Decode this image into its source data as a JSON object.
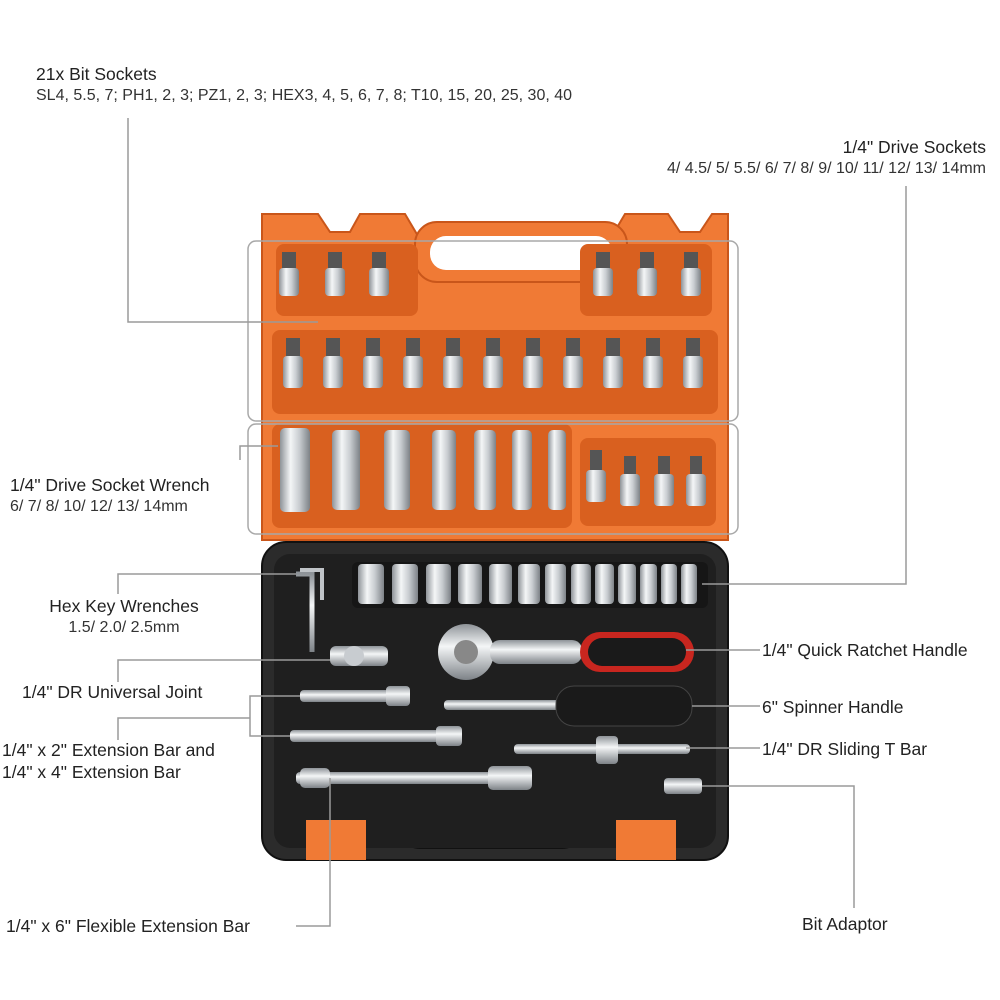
{
  "labels": {
    "bit_sockets": {
      "title": "21x Bit Sockets",
      "sub": "SL4, 5.5, 7; PH1, 2, 3; PZ1, 2, 3; HEX3, 4, 5, 6, 7, 8; T10, 15, 20, 25, 30, 40"
    },
    "drive_sockets": {
      "title": "1/4\" Drive Sockets",
      "sub": "4/ 4.5/ 5/ 5.5/ 6/ 7/ 8/ 9/ 10/ 11/ 12/ 13/ 14mm"
    },
    "socket_wrench": {
      "title": "1/4\" Drive Socket Wrench",
      "sub": "6/ 7/ 8/ 10/ 12/ 13/ 14mm"
    },
    "hex_keys": {
      "title": "Hex Key Wrenches",
      "sub": "1.5/ 2.0/ 2.5mm"
    },
    "universal_joint": {
      "title": "1/4\" DR Universal Joint"
    },
    "extension_bar": {
      "line1": "1/4\" x 2\" Extension Bar and",
      "line2": "1/4\" x 4\" Extension Bar"
    },
    "flex_extension": {
      "title": "1/4\" x 6\" Flexible Extension Bar"
    },
    "ratchet": {
      "title": "1/4\" Quick Ratchet Handle"
    },
    "spinner": {
      "title": "6\" Spinner Handle"
    },
    "t_bar": {
      "title": "1/4\" DR Sliding T Bar"
    },
    "bit_adaptor": {
      "title": "Bit Adaptor"
    }
  },
  "colors": {
    "lid_orange": "#f07a35",
    "lid_dark": "#d9601f",
    "base_black": "#2b2b2b",
    "chrome": "#d9dde0",
    "handle_red": "#c8261f",
    "leader": "#9a9a9a"
  }
}
